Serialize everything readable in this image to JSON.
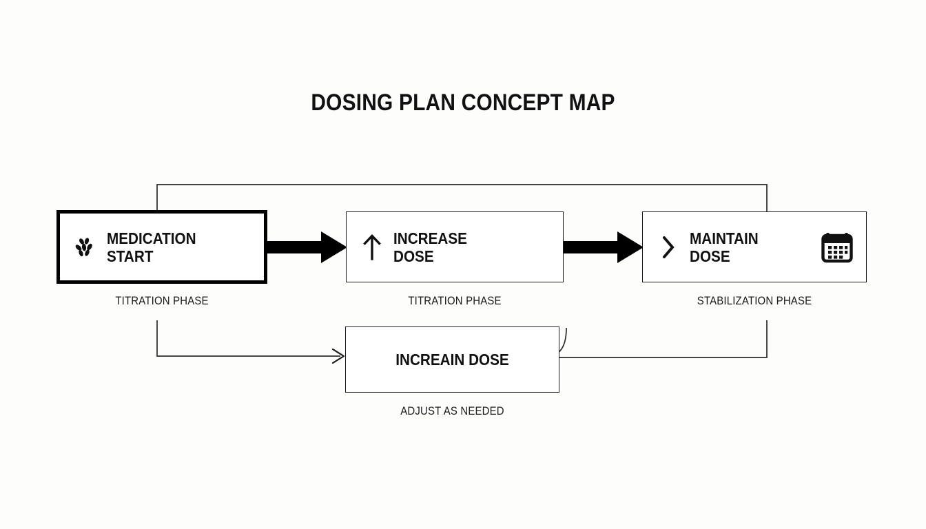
{
  "page": {
    "title": "DOSING PLAN CONCEPT MAP",
    "background_color": "#fdfdfc",
    "ink_color": "#111111"
  },
  "nodes": [
    {
      "id": "medication-start",
      "label": "MEDICATION\nSTART",
      "caption": "TITRATION PHASE",
      "leading_icon": "sprig-icon",
      "trailing_icon": "",
      "emphasis": true
    },
    {
      "id": "increase-dose",
      "label": "INCREASE\nDOSE",
      "caption": "TITRATION PHASE",
      "leading_icon": "arrow-up-icon",
      "trailing_icon": "",
      "emphasis": false
    },
    {
      "id": "maintain-dose",
      "label": "MAINTAIN\nDOSE",
      "caption": "STABILIZATION PHASE",
      "leading_icon": "chevron-right-icon",
      "trailing_icon": "calendar-icon",
      "emphasis": false
    },
    {
      "id": "increain-dose",
      "label": "INCREAIN DOSE",
      "caption": "ADJUST AS NEEDED",
      "leading_icon": "",
      "trailing_icon": "",
      "emphasis": false
    }
  ],
  "connectors": [
    {
      "id": "medication-start-to-increase-dose",
      "style": "thick-solid-arrow",
      "from": "medication-start",
      "to": "increase-dose"
    },
    {
      "id": "increase-dose-to-maintain-dose",
      "style": "thick-solid-arrow",
      "from": "increase-dose",
      "to": "maintain-dose"
    },
    {
      "id": "maintain-dose-feedback-to-medication-start",
      "style": "thin-bracket",
      "from": "maintain-dose",
      "to": "medication-start"
    },
    {
      "id": "medication-start-to-increain-dose",
      "style": "thin-chevron-arrow",
      "from": "medication-start",
      "to": "increain-dose"
    },
    {
      "id": "increain-dose-to-maintain-dose",
      "style": "thin-curved-hook",
      "from": "increain-dose",
      "to": "maintain-dose"
    }
  ]
}
